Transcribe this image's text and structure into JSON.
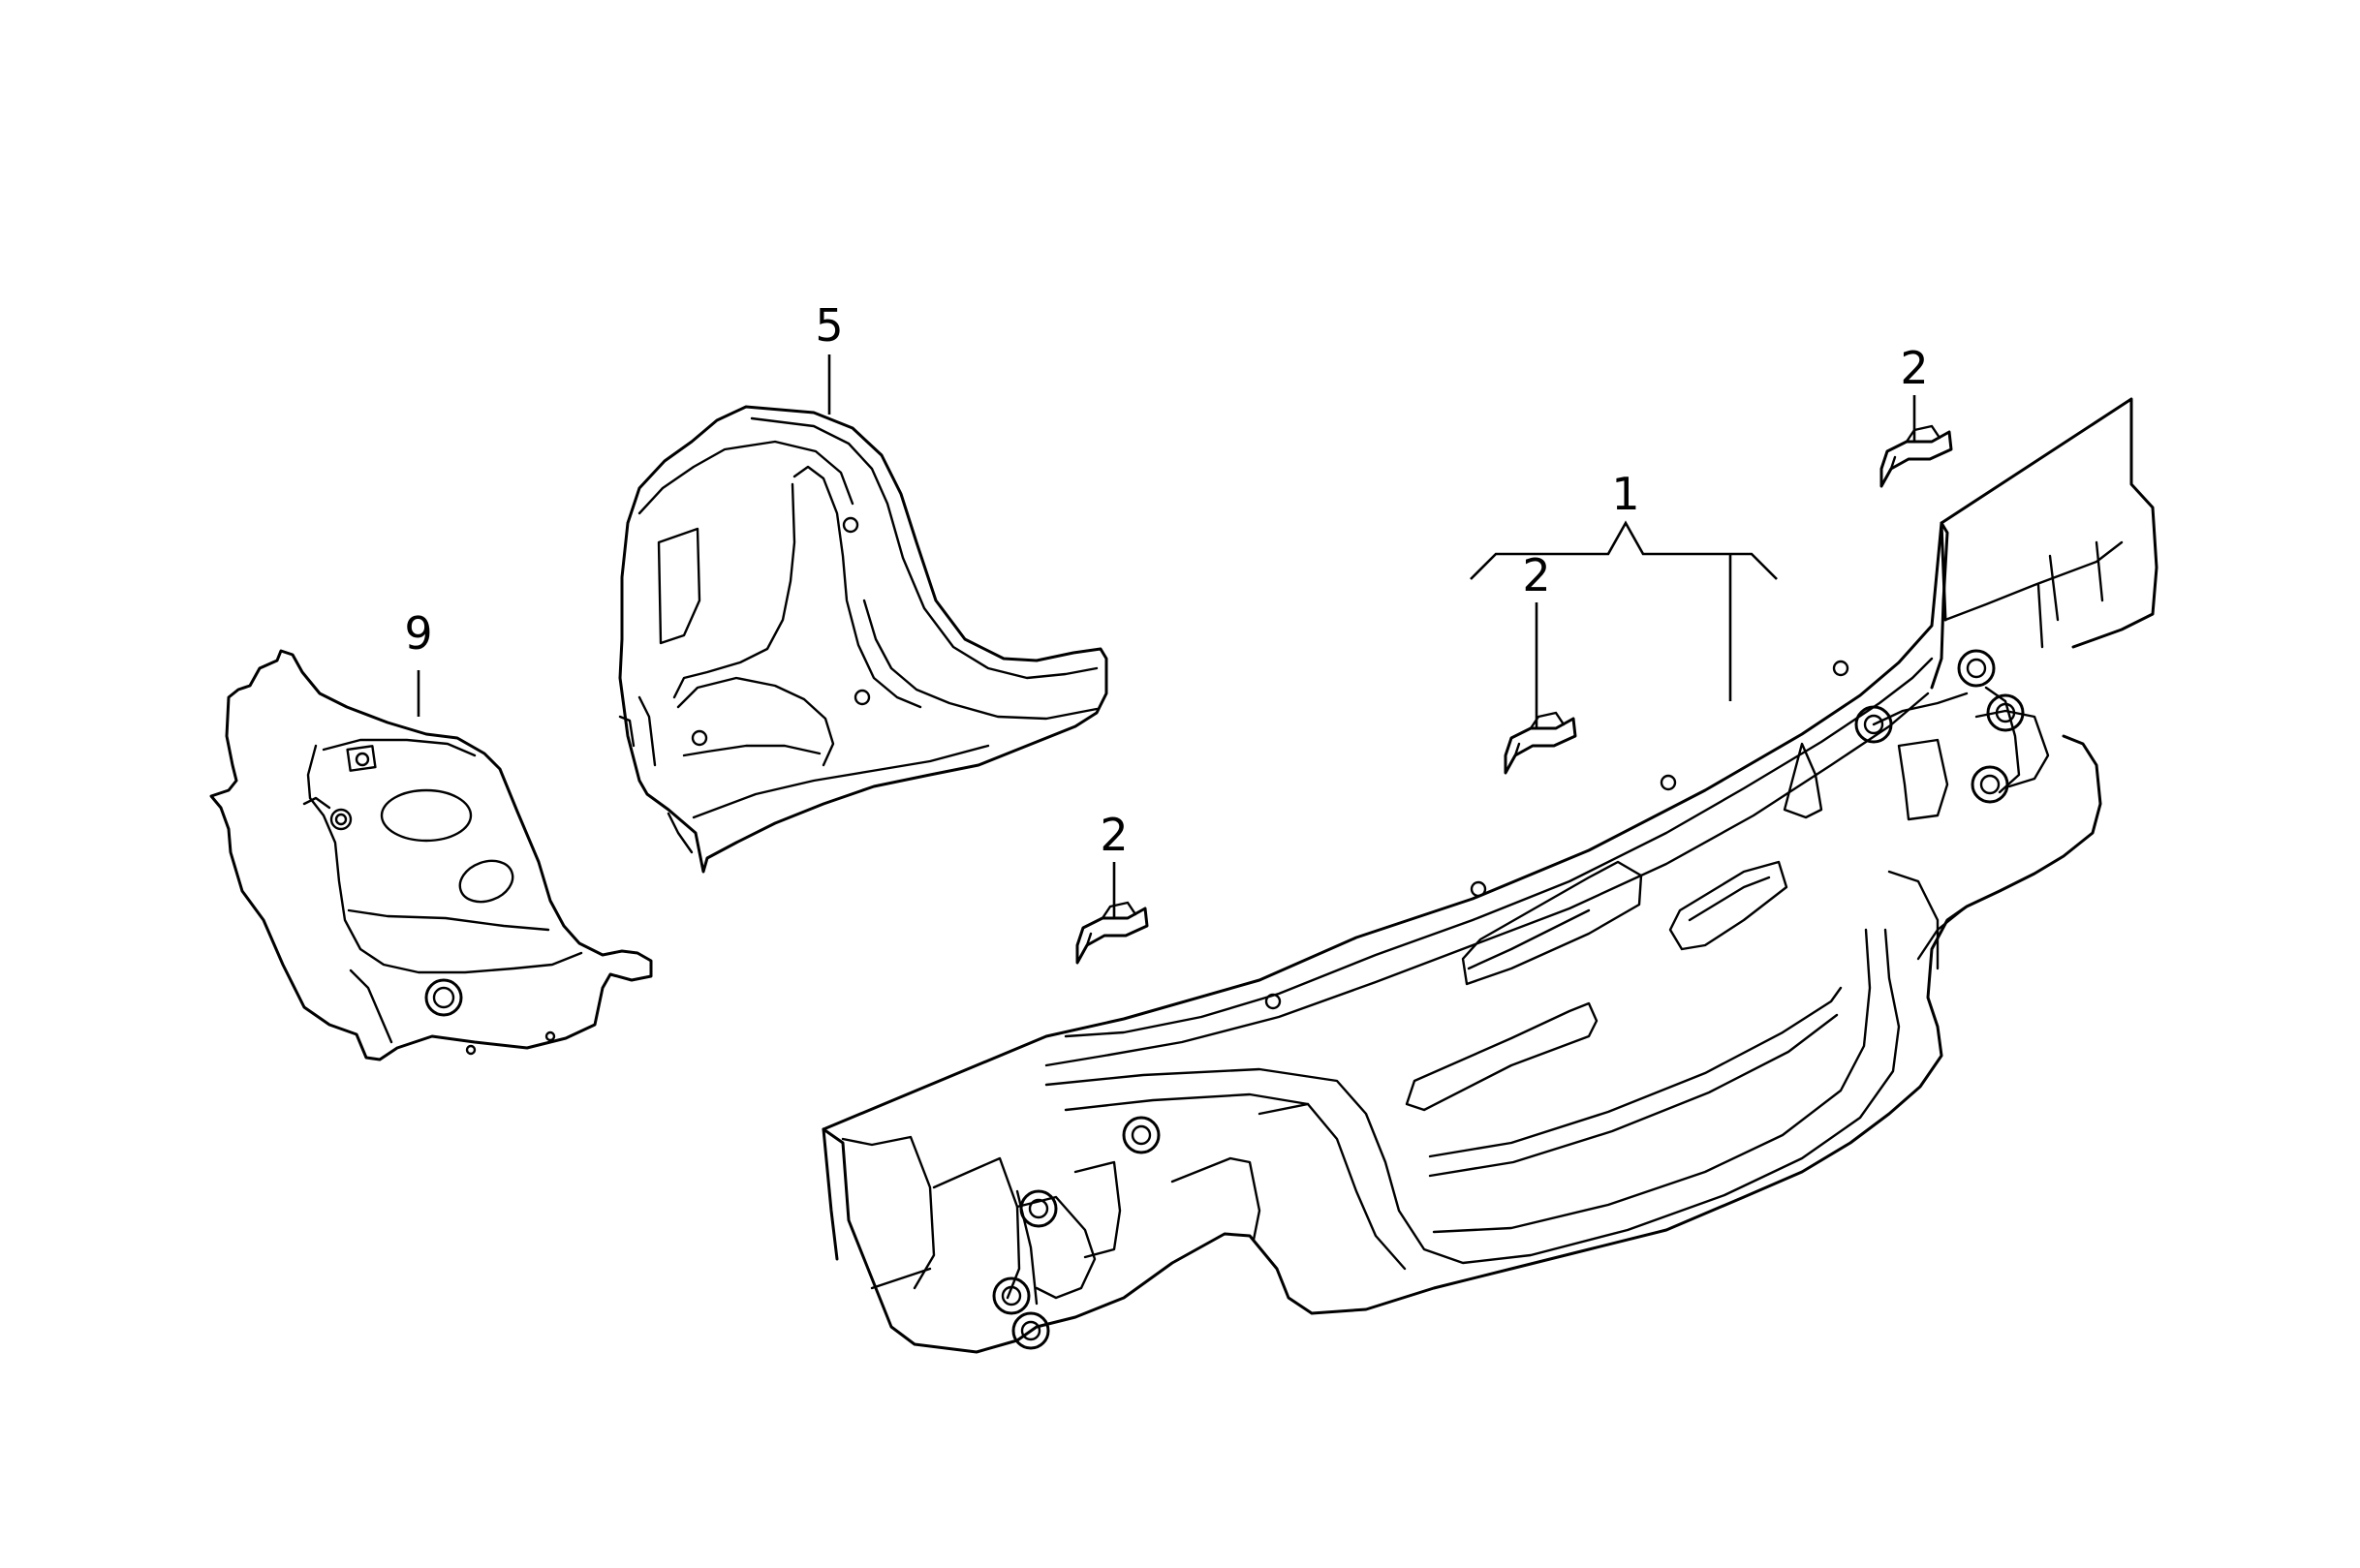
{
  "diagram": {
    "labels": {
      "part_1": "1",
      "part_2_a": "2",
      "part_2_b": "2",
      "part_2_c": "2",
      "part_5": "5",
      "part_9": "9"
    },
    "colors": {
      "line": "#000000",
      "background": "#ffffff"
    }
  }
}
